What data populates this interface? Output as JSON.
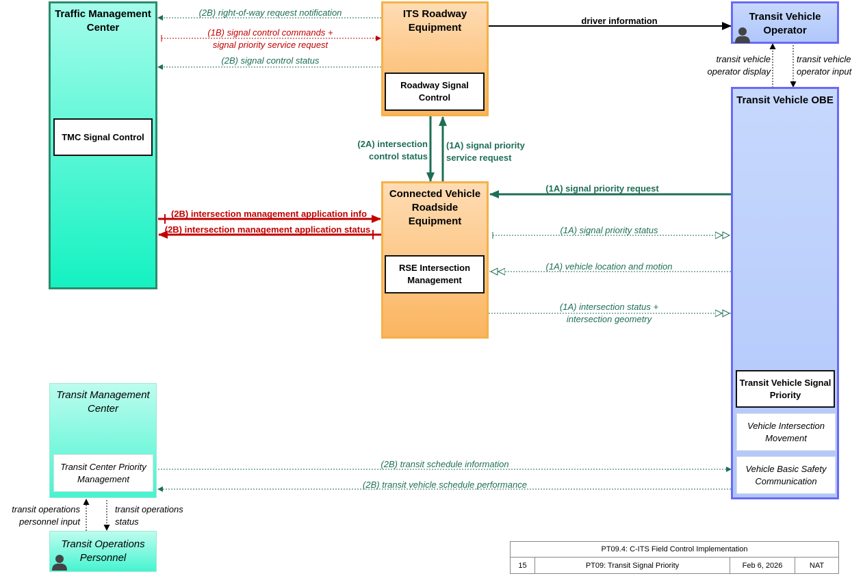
{
  "elements": {
    "tmc": "Traffic Management Center",
    "tmc_signal_control": "TMC Signal Control",
    "its_roadway": "ITS Roadway Equipment",
    "roadway_signal_control": "Roadway Signal Control",
    "cv_roadside": "Connected Vehicle Roadside Equipment",
    "rse_intersection": "RSE Intersection Management",
    "tv_operator": "Transit Vehicle Operator",
    "tv_obe": "Transit Vehicle OBE",
    "tv_signal_priority": "Transit Vehicle Signal Priority",
    "vehicle_intersection": "Vehicle Intersection Movement",
    "vehicle_bsc": "Vehicle Basic Safety Communication",
    "transit_mgmt": "Transit Management Center",
    "transit_center_priority": "Transit Center Priority Management",
    "transit_ops_personnel": "Transit Operations Personnel"
  },
  "flows": {
    "row_notification": "(2B) right-of-way request notification",
    "signal_cmds_1": "(1B) signal control commands +",
    "signal_cmds_2": "signal priority service request",
    "signal_control_status": "(2B) signal control status",
    "driver_info": "driver information",
    "op_display_1": "transit vehicle",
    "op_display_2": "operator display",
    "op_input_1": "transit vehicle",
    "op_input_2": "operator input",
    "ix_control_status_1": "(2A) intersection",
    "ix_control_status_2": "control status",
    "sp_service_request_1": "(1A) signal priority",
    "sp_service_request_2": "service request",
    "sp_request": "(1A) signal priority request",
    "ima_info": "(2B) intersection management application info",
    "ima_status": "(2B) intersection management application status",
    "sp_status": "(1A) signal priority status",
    "veh_location": "(1A) vehicle location and motion",
    "ix_status_1": "(1A) intersection status +",
    "ix_status_2": "intersection geometry",
    "schedule_info": "(2B) transit schedule information",
    "schedule_perf": "(2B) transit vehicle schedule performance",
    "ops_input_1": "transit operations",
    "ops_input_2": "personnel input",
    "ops_status_1": "transit operations",
    "ops_status_2": "status"
  },
  "title_block": {
    "title": "PT09.4: C-ITS Field Control Implementation",
    "number": "15",
    "service": "PT09: Transit Signal Priority",
    "date": "Feb 6, 2026",
    "scope": "NAT"
  },
  "colors": {
    "green_flow": "#1e6e57",
    "red_flow": "#c10000",
    "black_flow": "#000000"
  },
  "icons": {
    "operator": "person-icon",
    "personnel": "person-icon"
  }
}
